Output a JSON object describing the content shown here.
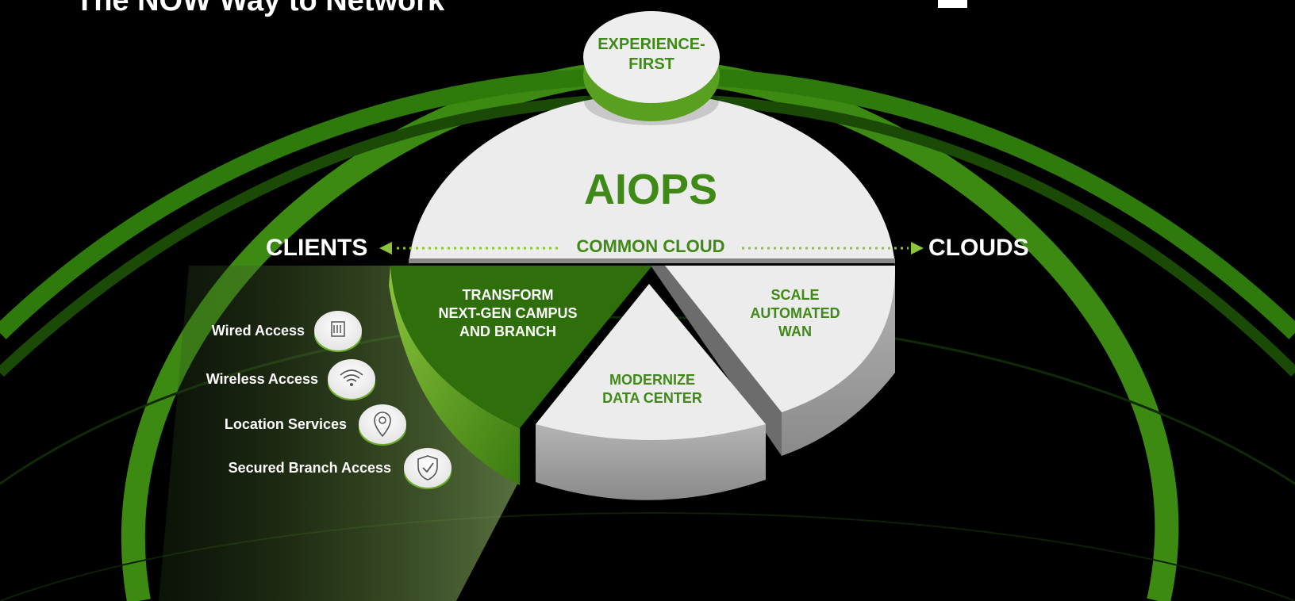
{
  "title": "The NOW Way to Network",
  "top_disc": "EXPERIENCE-\nFIRST",
  "center": {
    "main": "AIOPS",
    "band": "COMMON CLOUD",
    "left": "CLIENTS",
    "right": "CLOUDS"
  },
  "segments": {
    "transform": "TRANSFORM\nNEXT-GEN CAMPUS\nAND BRANCH",
    "scale": "SCALE\nAUTOMATED\nWAN",
    "modernize": "MODERNIZE\nDATA CENTER"
  },
  "features": [
    {
      "label": "Wired Access",
      "icon": "ethernet-icon"
    },
    {
      "label": "Wireless Access",
      "icon": "wifi-icon"
    },
    {
      "label": "Location Services",
      "icon": "location-pin-icon"
    },
    {
      "label": "Secured Branch Access",
      "icon": "shield-check-icon"
    }
  ],
  "colors": {
    "brand_green": "#3f8a16",
    "dark_green": "#2c6b0a",
    "disc_white": "#ececec",
    "disc_side_gray": "#a0a0a0",
    "background": "#000000"
  }
}
